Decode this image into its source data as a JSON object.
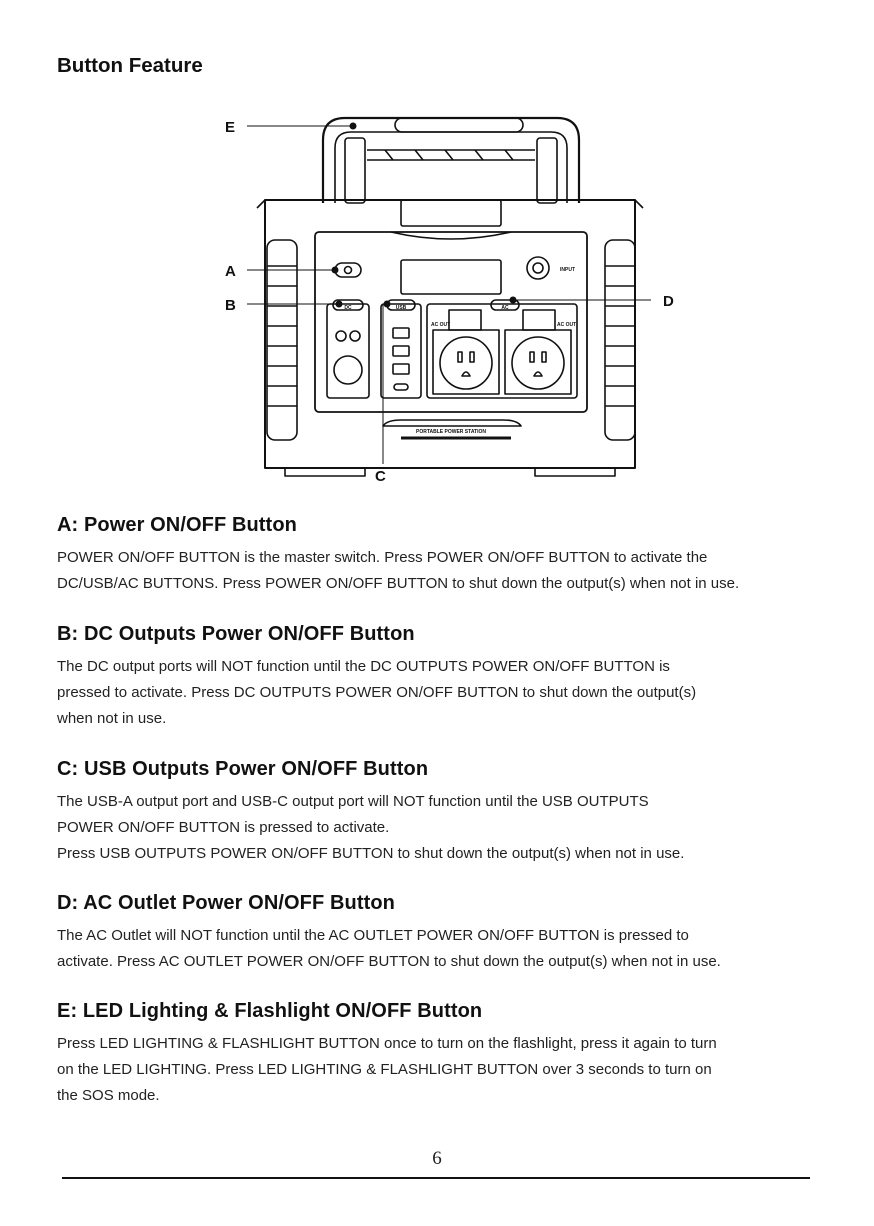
{
  "page": {
    "title": "Button Feature",
    "page_number": "6"
  },
  "diagram": {
    "callouts": {
      "a": "A",
      "b": "B",
      "c": "C",
      "d": "D",
      "e": "E"
    },
    "device_labels": {
      "dc_button": "DC",
      "usb_button": "USB",
      "ac_button": "AC",
      "dc_input": "INPUT",
      "ac_out_left": "AC OUT",
      "ac_out_right": "AC OUT",
      "brand_strip": "PORTABLE POWER STATION"
    }
  },
  "sections": [
    {
      "heading": "A: Power ON/OFF Button",
      "body": "POWER ON/OFF BUTTON is the master switch. Press POWER ON/OFF BUTTON to activate the\nDC/USB/AC BUTTONS. Press POWER ON/OFF BUTTON to shut down the output(s) when not in use."
    },
    {
      "heading": "B: DC Outputs Power ON/OFF Button",
      "body": "The DC output ports will NOT function until the DC OUTPUTS POWER ON/OFF BUTTON is\npressed to activate. Press DC OUTPUTS POWER ON/OFF BUTTON to shut down the output(s)\nwhen not in use."
    },
    {
      "heading": "C: USB Outputs Power ON/OFF Button",
      "body": "The USB-A output port and USB-C output port will NOT function until the USB OUTPUTS\nPOWER ON/OFF BUTTON is pressed to activate.\nPress USB OUTPUTS POWER ON/OFF BUTTON to shut down the output(s) when not in use."
    },
    {
      "heading": "D: AC Outlet Power ON/OFF Button",
      "body": "The AC Outlet will NOT function until the AC OUTLET POWER ON/OFF BUTTON is pressed to\nactivate. Press AC OUTLET POWER ON/OFF BUTTON to shut down the output(s) when not in use."
    },
    {
      "heading": "E: LED Lighting & Flashlight ON/OFF Button",
      "body": "Press LED LIGHTING & FLASHLIGHT BUTTON once to turn on the flashlight, press it again to turn\non the LED LIGHTING.  Press LED LIGHTING & FLASHLIGHT BUTTON over 3 seconds to turn on\nthe SOS mode."
    }
  ]
}
